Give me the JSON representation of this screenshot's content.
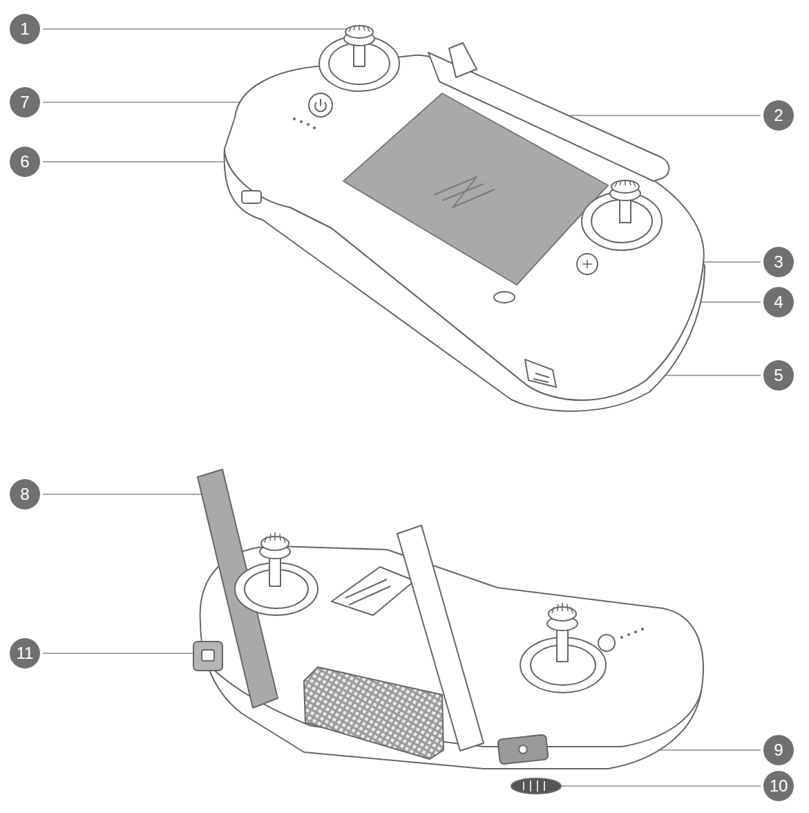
{
  "diagram": {
    "labels": [
      "1",
      "2",
      "7",
      "6",
      "3",
      "4",
      "5",
      "8",
      "11",
      "9",
      "10"
    ]
  }
}
